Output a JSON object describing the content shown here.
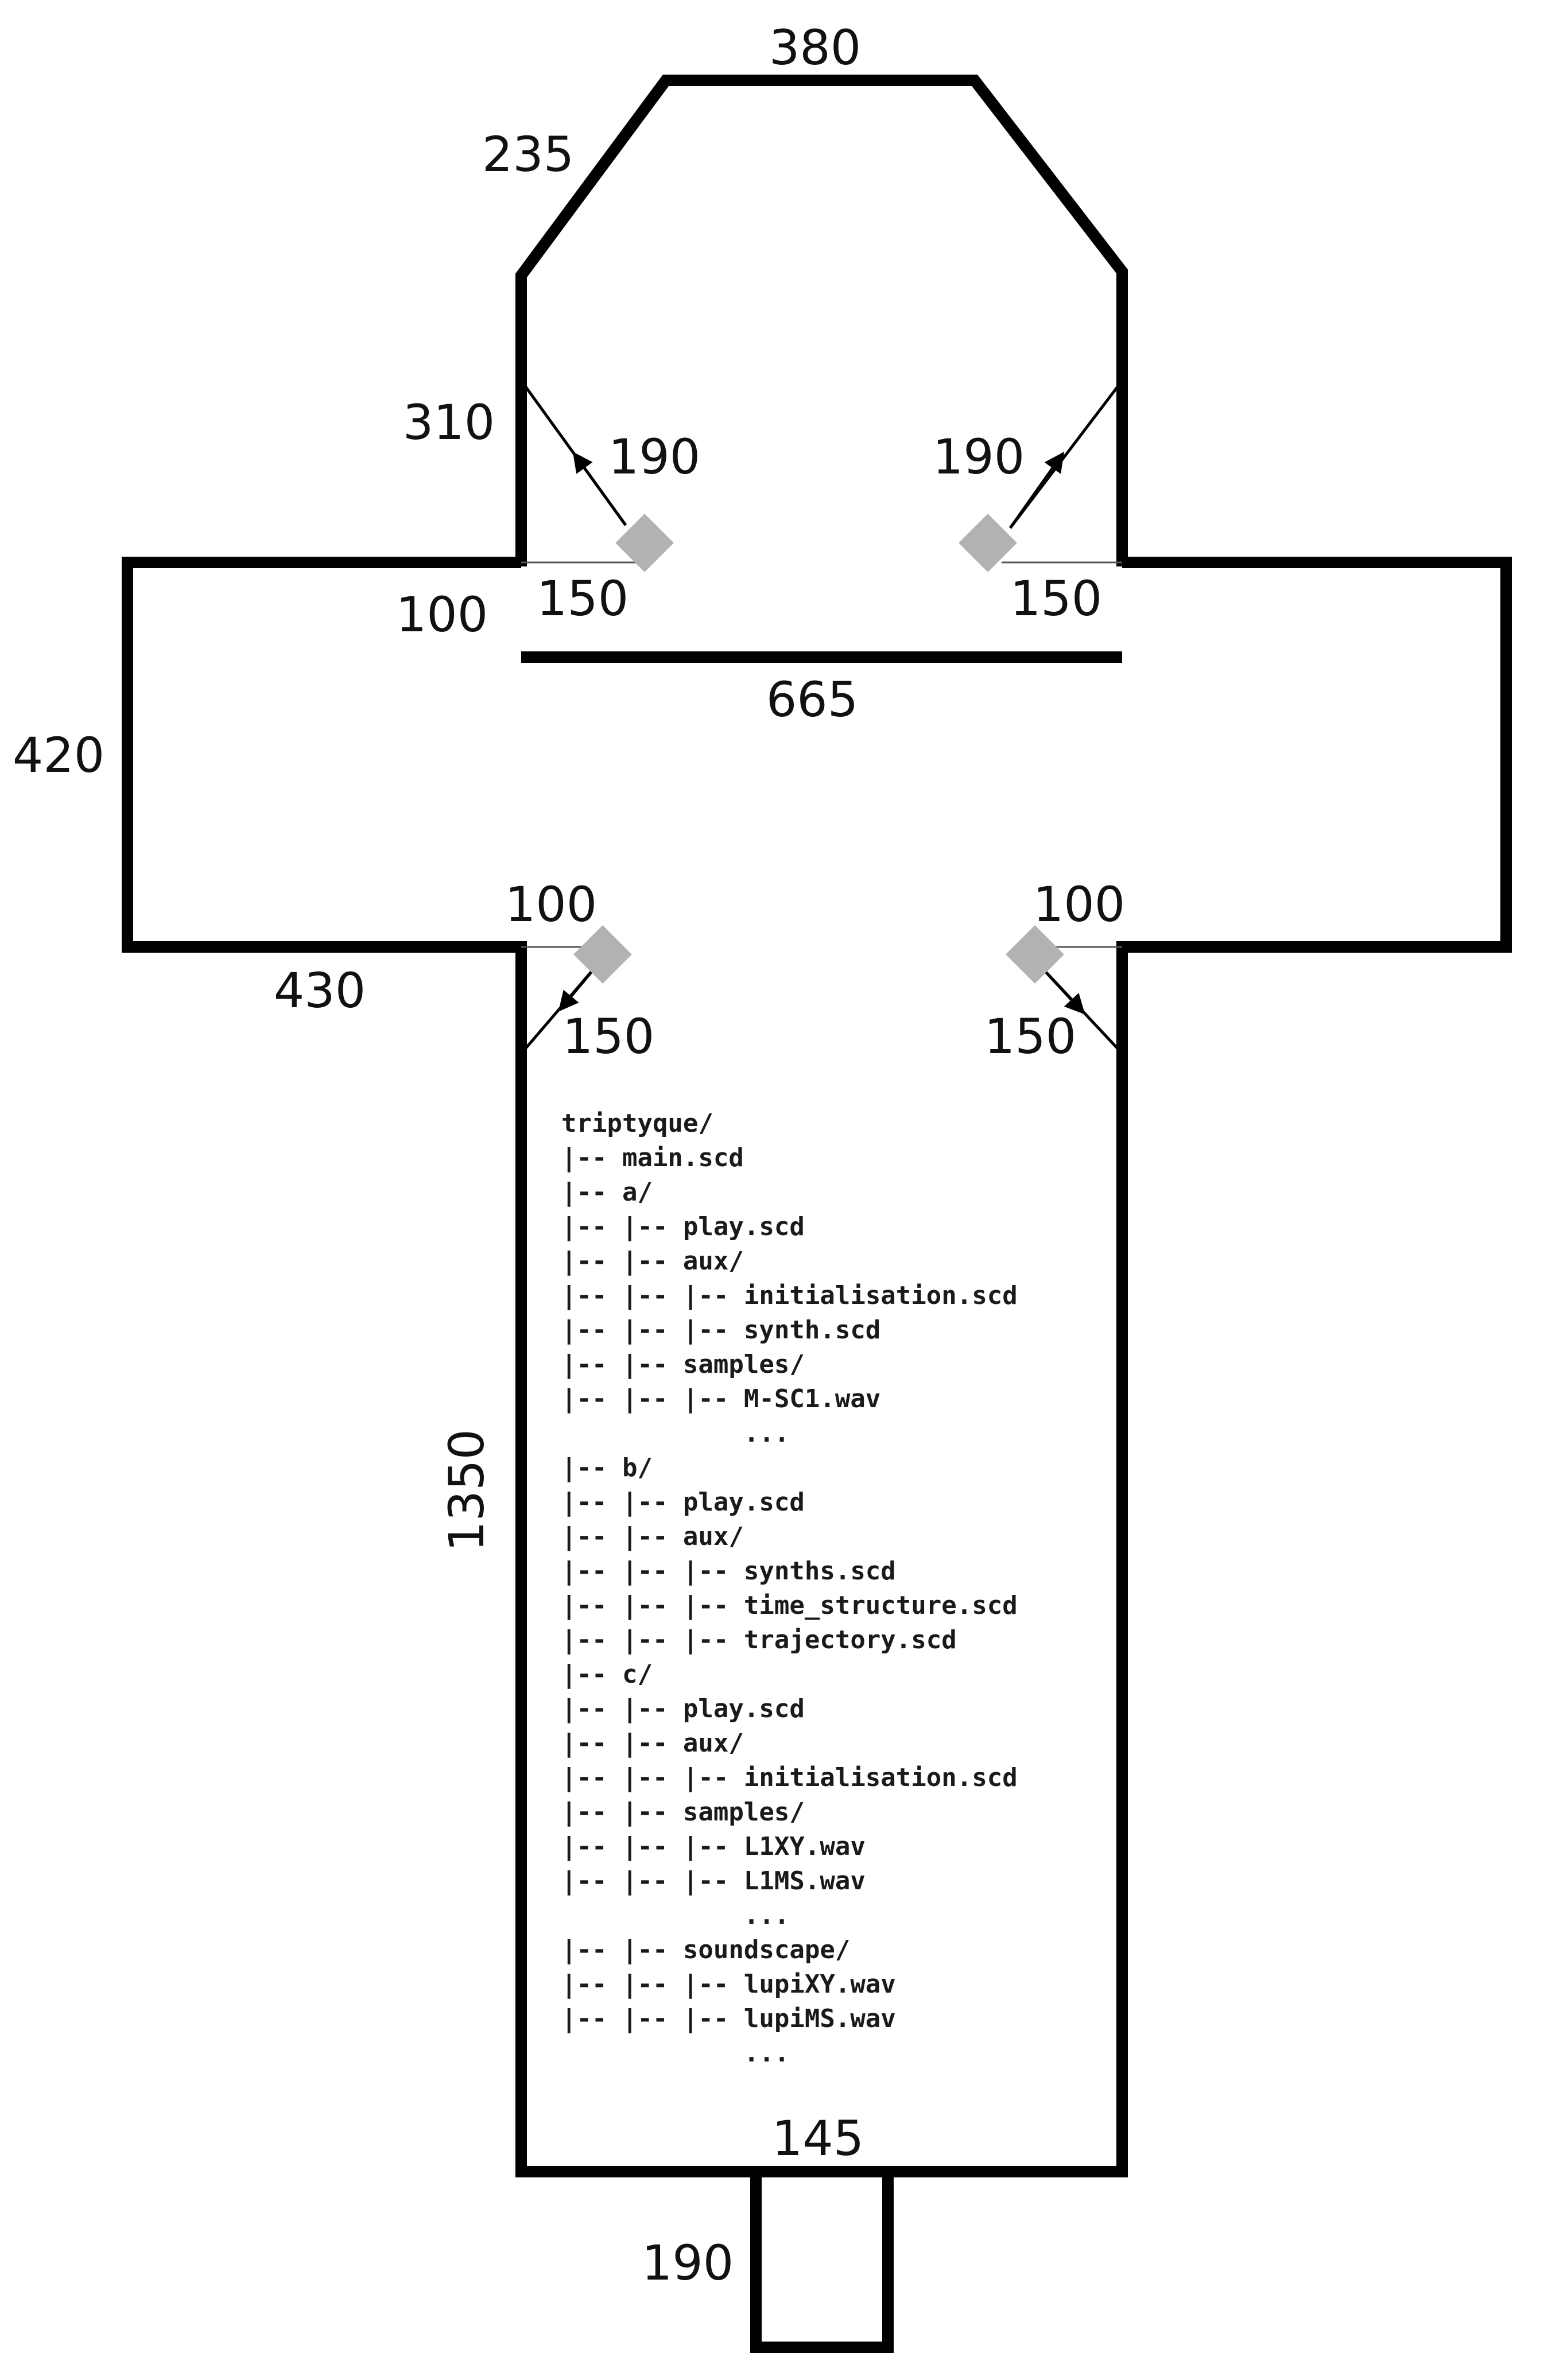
{
  "colors": {
    "walls": "#000000",
    "speakers": "#b2b2b2",
    "arrows": "#000000",
    "text": "#111111"
  },
  "dimensions": {
    "top_edge": "380",
    "upper_left_diagonal": "235",
    "left_chamber_wall": "310",
    "arrow_top_left": "190",
    "arrow_top_right": "190",
    "offset_top_left": "150",
    "offset_top_right": "150",
    "step_left": "100",
    "chamber_base": "665",
    "crossbar_height": "420",
    "offset_lower_left": "100",
    "offset_lower_right": "100",
    "crossbar_left_base": "430",
    "arrow_lower_left": "150",
    "arrow_lower_right": "150",
    "stem_height": "1350",
    "stem_bottom": "145",
    "tail_height": "190"
  },
  "speakers": [
    {
      "name": "speaker-top-left",
      "icon": "speaker-icon"
    },
    {
      "name": "speaker-top-right",
      "icon": "speaker-icon"
    },
    {
      "name": "speaker-lower-left",
      "icon": "speaker-icon"
    },
    {
      "name": "speaker-lower-right",
      "icon": "speaker-icon"
    }
  ],
  "file_tree": [
    "triptyque/",
    "|-- main.scd",
    "|-- a/",
    "|-- |-- play.scd",
    "|-- |-- aux/",
    "|-- |-- |-- initialisation.scd",
    "|-- |-- |-- synth.scd",
    "|-- |-- samples/",
    "|-- |-- |-- M-SC1.wav",
    "            ...",
    "|-- b/",
    "|-- |-- play.scd",
    "|-- |-- aux/",
    "|-- |-- |-- synths.scd",
    "|-- |-- |-- time_structure.scd",
    "|-- |-- |-- trajectory.scd",
    "|-- c/",
    "|-- |-- play.scd",
    "|-- |-- aux/",
    "|-- |-- |-- initialisation.scd",
    "|-- |-- samples/",
    "|-- |-- |-- L1XY.wav",
    "|-- |-- |-- L1MS.wav",
    "            ...",
    "|-- |-- soundscape/",
    "|-- |-- |-- lupiXY.wav",
    "|-- |-- |-- lupiMS.wav",
    "            ..."
  ]
}
